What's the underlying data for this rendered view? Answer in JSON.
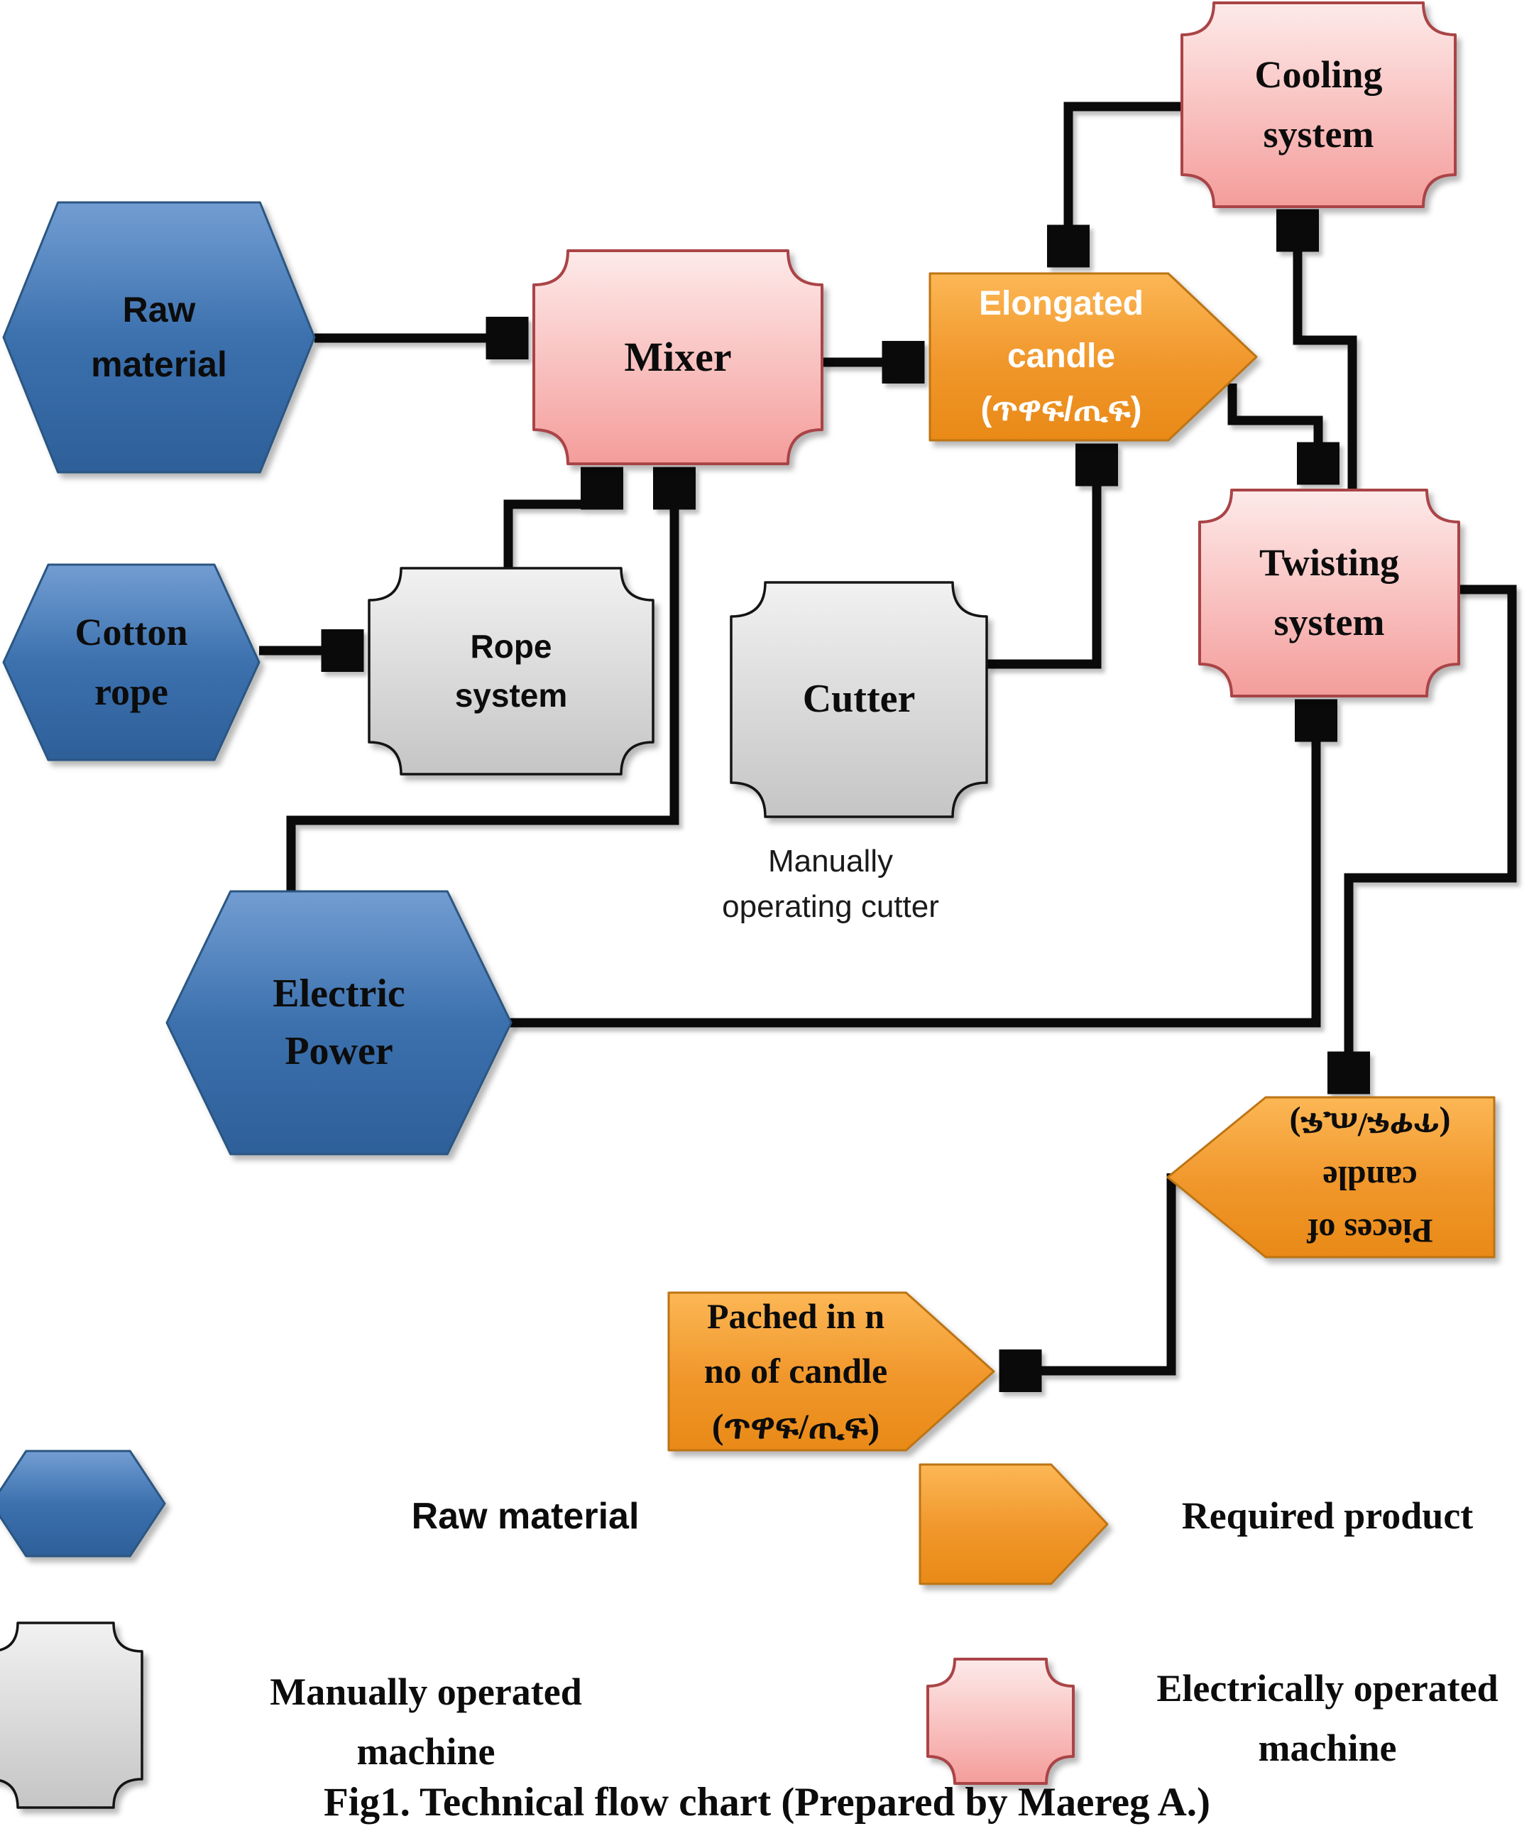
{
  "figure": {
    "caption": "Fig1. Technical flow chart (Prepared by Maereg A.)"
  },
  "nodes": {
    "raw_material": {
      "lines": [
        "Raw",
        "material"
      ],
      "shape": "hexagon",
      "category": "raw material"
    },
    "cotton_rope": {
      "lines": [
        "Cotton",
        "rope"
      ],
      "shape": "hexagon",
      "category": "raw material"
    },
    "electric_power": {
      "lines": [
        "Electric",
        "Power"
      ],
      "shape": "hexagon",
      "category": "raw material"
    },
    "mixer": {
      "lines": [
        "Mixer"
      ],
      "shape": "plaque",
      "category": "electrically operated machine"
    },
    "cooling_system": {
      "lines": [
        "Cooling",
        "system"
      ],
      "shape": "plaque",
      "category": "electrically operated machine"
    },
    "twisting_system": {
      "lines": [
        "Twisting",
        "system"
      ],
      "shape": "plaque",
      "category": "electrically operated machine"
    },
    "rope_system": {
      "lines": [
        "Rope",
        "system"
      ],
      "shape": "plaque",
      "category": "manually operated machine"
    },
    "cutter": {
      "lines": [
        "Cutter"
      ],
      "shape": "plaque",
      "category": "manually operated machine"
    },
    "elongated_candle": {
      "lines": [
        "Elongated",
        "candle",
        "(ጥዋፍ/ጢፍ)"
      ],
      "shape": "arrow-pentagon",
      "category": "required product"
    },
    "pieces_of_candle": {
      "lines": [
        "Pieces of",
        "candle",
        "(ጥዋፍ/ጢፍ)"
      ],
      "shape": "arrow-pentagon",
      "rotation": "180deg",
      "category": "required product"
    },
    "packed_candle": {
      "lines": [
        "Pached in n",
        "no of candle",
        "(ጥዋፍ/ጢፍ)"
      ],
      "shape": "arrow-pentagon",
      "category": "required product"
    },
    "manual_cutter_note": {
      "lines": [
        "Manually",
        "operating cutter"
      ]
    }
  },
  "edges": [
    {
      "from": "raw-material",
      "to": "mixer"
    },
    {
      "from": "mixer",
      "to": "elongated-candle"
    },
    {
      "from": "cooling-system",
      "to": "elongated-candle"
    },
    {
      "from": "elongated-candle",
      "to": "twisting-system"
    },
    {
      "from": "twisting-system",
      "to": "cooling-system"
    },
    {
      "from": "cotton-rope",
      "to": "rope-system"
    },
    {
      "from": "rope-system",
      "to": "mixer"
    },
    {
      "from": "electric-power",
      "to": "mixer"
    },
    {
      "from": "cutter",
      "to": "elongated-candle"
    },
    {
      "from": "electric-power",
      "to": "twisting-system"
    },
    {
      "from": "twisting-system",
      "to": "pieces-of-candle"
    },
    {
      "from": "pieces-of-candle",
      "to": "packed-candle"
    }
  ],
  "legend": {
    "raw_material": {
      "label": "Raw material",
      "shape": "hexagon"
    },
    "required_product": {
      "label": "Required product",
      "shape": "arrow-pentagon"
    },
    "manually_operated": {
      "lines": [
        "Manually operated",
        "machine"
      ],
      "shape": "plaque-gray"
    },
    "electrically_operated": {
      "lines": [
        "Electrically operated",
        "machine"
      ],
      "shape": "plaque-pink"
    }
  },
  "colors": {
    "raw_material_blue": "#3c71ae",
    "manual_machine_gray": "#d9d9d9",
    "electric_machine_pink": "#f7aca9",
    "required_product_orange": "#f0962a",
    "connector_black": "#0a0a0a"
  }
}
